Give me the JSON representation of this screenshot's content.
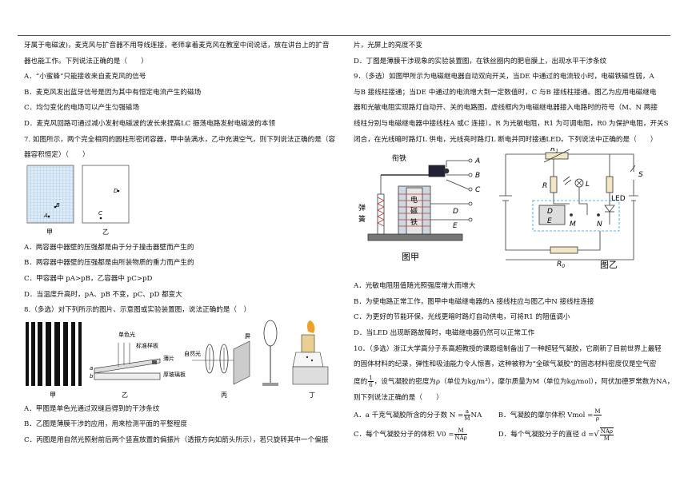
{
  "left": {
    "q6_tail": [
      "牙属于电磁波)，麦克风与扩音器不用导线连接，老师拿着麦克风在教室中间说话，放在讲台上的扩音",
      "器也能工作。下列说法正确的是（　　）"
    ],
    "q6_options": [
      "A．“小蜜蜂”只能接收来自麦克风的信号",
      "B．麦克风发出蓝牙信号是因为其中有恒定电流产生的磁场",
      "C．均匀变化的电场可以产生匀强磁场",
      "D．麦克风回路可通过减小发射电磁波的波长来提高LC 振荡电路发射电磁波的本领"
    ],
    "q7_stem": [
      "7. 如图所示，两个完全相同的圆柱形密闭容器，甲中装满水，乙中充满空气，则下列说法正确的是（容",
      "器容积恒定）（　　）"
    ],
    "q7_fig": {
      "label_a": "A",
      "label_b": "B",
      "label_c": "C",
      "label_d": "D",
      "cap_jia": "甲",
      "cap_yi": "乙"
    },
    "q7_options": [
      "A．两容器中器壁的压强都是由于分子撞击器壁而产生的",
      "B．两容器中器壁的压强都是由所装物质的重力而产生的",
      "C．甲容器中 pA>pB，乙容器中 pC>pD",
      "D．当温度升高时，pA、pB 不变，pC、pD 都变大"
    ],
    "q8_stem": "8.（多选）对下列所示的图片、示意图或实验装置图，说法正确的是（　）",
    "q8_fig": {
      "cap_jia": "甲",
      "cap_yi": "乙",
      "cap_bing": "丙",
      "cap_ding": "丁",
      "mono": "单色光",
      "std": "标准样板",
      "thin": "薄片",
      "thick": "厚玻璃板",
      "a": "a",
      "b": "b",
      "natural": "自然光",
      "screen": "屏"
    },
    "q8_options": [
      "A．甲图是单色光通过双缝后得到的干涉条纹",
      "B．乙图是薄膜干涉的应用，用来检测平面的平整程度",
      "C．丙图是用自然光照射前后两个竖直放置的偏振片（透振方向如箭头所示），若只旋转其中一个偏振"
    ]
  },
  "right": {
    "q8_cont": "片，光屏上的亮度不变",
    "q8_d": "D．丁图是薄膜干涉现象的实验装置图，在铁丝圈内的肥皂膜上，出现水平干涉条纹",
    "q9_stem": [
      "9．（多选）如图甲所示为电磁继电器自动双向开关，当DE 中通过的电流较小时，电磁铁磁性弱，A",
      "与B 接线柱接通；当DE 中通过的电流增大到一定数值时，C 与B 接线柱接通。图乙为应用电磁继电",
      "器和光敏电阻实现路灯自动开、关的电路图，虚线框内为电磁继电器接入电路时的符号（M、N 两接",
      "线柱分别与电磁继电器中接线柱A 或C 连接）。R 为光敏电阻，R1 为可调电阻，R0 为保护电阻，开关S",
      "闭合，在光线暗时路灯L 供电，光线亮时路灯L 断电并同时接通LED。下列说法中正确的是（　　）"
    ],
    "q9_fig_jia": {
      "armature": "衔铁",
      "spring1": "弹",
      "spring2": "簧",
      "core": [
        "电",
        "磁",
        "铁"
      ],
      "A": "A",
      "B": "B",
      "C": "C",
      "D": "D",
      "E": "E",
      "caption": "图甲"
    },
    "q9_fig_yi": {
      "R1": "R",
      "R1_sub": "1",
      "R": "R",
      "L": "L",
      "LED": "LED",
      "S": "S",
      "D": "D",
      "M": "M",
      "N": "N",
      "E": "E",
      "R0": "R",
      "R0_sub": "0",
      "caption": "图乙"
    },
    "q9_options": [
      "A．光敏电阻阻值随光照强度增大而增大",
      "B．为使电路正常工作，图甲中电磁继电器的A 接线柱应与图乙中N 接线柱连接",
      "C．为更好的节能环保，光线更暗时路灯自动供电，可将R1 的阻值调小",
      "D．当LED 出现断路故障时，电磁继电器仍然可以正常工作"
    ],
    "q10_stem": [
      "10．（多选）浙江大学高分子系高超教授的课题组制备出了一种超轻气凝胶，它刷新了目前世界上最轻",
      "的固体材料的纪录，弹性和吸油能力令人惊喜，这种被称为“全碳气凝胶”的固态材料密度仅是空气密"
    ],
    "q10_l3_pre": "度的",
    "q10_l3_frac_num": "1",
    "q10_l3_frac_den": "6",
    "q10_l3_post": "，设气凝胶的密度为ρ（单位为kg/m³），摩尔质量为M（单位为kg/mol），阿伏加德罗常数为NA，",
    "q10_l4": "则下列说法正确的是（　　）",
    "q10_A_pre": "A．a 千克气凝胶所含的分子数 N =",
    "q10_A_num": "a",
    "q10_A_den": "M",
    "q10_A_post": "NA",
    "q10_B_pre": "B．气凝胶的摩尔体积 Vmol =",
    "q10_B_num": "M",
    "q10_B_den": "ρ",
    "q10_C_pre": "C．每个气凝胶分子的体积 V0 =",
    "q10_C_num": "M",
    "q10_C_den": "NAρ",
    "q10_D_pre": "D．每个气凝胶分子的直径 d =",
    "q10_D_num": "NAρ",
    "q10_D_den": "M"
  }
}
